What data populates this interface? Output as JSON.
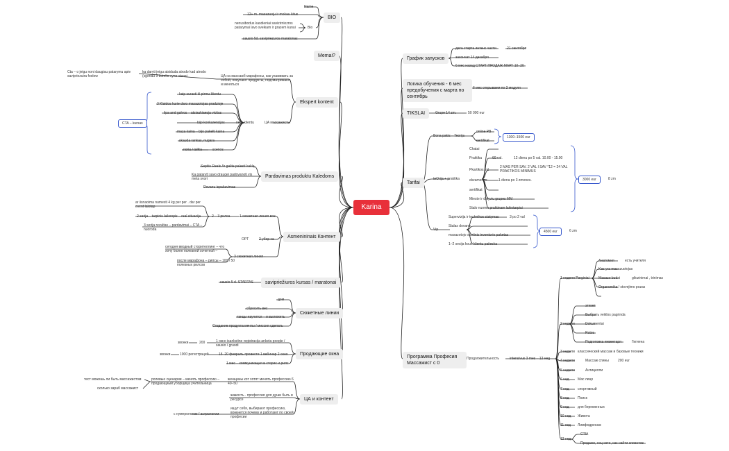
{
  "root": "Karina",
  "bio": {
    "title": "BIO",
    "items": [
      "Name",
      "12+ m. masazuoju ir mokau kitus",
      "Bio",
      "nenusibodus kasdieniai savizirniozros patarymai lavo sveikam ir grazem kunui",
      "sausio 5d. savipriezuros maratonas"
    ]
  },
  "memai": "Memai?",
  "ekspert": {
    "title": "Ekspert kontent",
    "cta": "Cta – o jeigu noni daugiau patarymu apie savipriezuira foolow",
    "cta2": "ka daryti jeigu atsiduda atrodo kad atrodo (sgeriau 3 butelio vyno vienai",
    "ca": "ЦА на массажб марафоны, как ухаживать за собой, покупают продукты, подсматривают, и меняться",
    "cta_kursas": "CTA – kursas",
    "items": [
      "kaip surasti iš pirmu klientu",
      "3 Klaidos kurie daro masazotojas pradzioje",
      "lipa and galvos – atsiaukiaesja vicitus",
      "bijo konkurencijos",
      "maza kaina – bijo pakelti kaina",
      "skauda rankas, nugara",
      "noriu / tallka"
    ],
    "nera_klientu": "nera klientu",
    "ca_mass": "ЦА массажисты",
    "scenos": "scenos"
  },
  "pardavimas": {
    "title": "Pardavimas produktu Kaledoms",
    "items": [
      "Sepitis Reels Ar galite palesti kaklą",
      "Ka patarytl savo draugei padovanoti  vis meta svori",
      "Dovanu ispakavimas"
    ]
  },
  "asmen": {
    "title": "Asmenininais Контент",
    "items": [
      "ar iisnaoima numesti 4 kg per per . dar per event lalotap",
      "2 serija – tarpinis laikonpis – real situacija",
      "3 serija rezultas – pardavimai – CTA – nuoroda"
    ],
    "sujet1": "1 сюжетная линия вое",
    "two3": "2 – 3 рилса",
    "opt": "OPT",
    "two_vybor": "2 убор ка -",
    "sevodnia": "сегодня вводный сторителлинг – что хочу более полезней хочетной –",
    "posle": "после марафона – рилсы – 100 / 50 полезных рилсов",
    "sujet3": "3 сюжетная линия -"
  },
  "savi": {
    "title": "savipriežiuros kursas / maratonai",
    "sub": "sausio 5 d. STARTAS"
  },
  "sujet": {
    "title": "Сюжетные линии",
    "items": [
      "дом",
      "сбросить вес",
      "танцы научится – и выложить",
      "Создание продукта мечты / миссия сделать"
    ]
  },
  "prodaj": {
    "title": "Продающие окна",
    "zvonki1": "звонки",
    "n200": "200",
    "okno": "1 окно isankstine registracija anketa google / sausio / gruodi",
    "zvonki2": "звонки",
    "n1000": "1000 регистраций",
    "feb": "15–20 февраль провести 1 вебинар 2 окно",
    "mes": "1 мес – коммуникация в сторис и рилс"
  },
  "ca_content": {
    "title": "ЦА и контент",
    "test": "тест можешь ли быть массажистом",
    "roli": "ролевые сценарии – менять профессию – продающиый уборщица учительница",
    "skolko": "сколько зараб массажист",
    "zhenshiny": "женщины кот хотят менять профессию 6 40–50",
    "zhazhda": "жажость . профессия для души быть в ресурсе",
    "numer": "с нумерологом / астрологом",
    "ishut": "ищут себя, выбирают профессию, вонкнется почему и работают по своей професии"
  },
  "grafik": {
    "title": "График запусков",
    "items": [
      [
        "дата старта интенс части",
        "21 сентября"
      ],
      [
        "закончат 14 декабря",
        ""
      ],
      [
        "6 мес назад СТАРТ ПРОДАЖ МАРТ 10–20",
        ""
      ]
    ]
  },
  "logika": {
    "title": "Логика обучения - 6 мес предобучения с марта по сентябрь",
    "sub": "6 мес открываем по 2 модуля"
  },
  "tikslai": {
    "title": "TIKSLAI",
    "grupe": "Grupe 14 zm.",
    "sum": "50 000 eur"
  },
  "tarifai": {
    "title": "Tarifai",
    "bona": "Bona pakis – Teorija",
    "online": "online PB",
    "sertifikat": "sertifikat",
    "price1": "1300–1500 eur",
    "teorija": "teOrija + praktika",
    "items": [
      "Chatai",
      "Praktika",
      "Pkartikos val",
      "ekzamenas",
      "sertifikat",
      "Mieste ir dalyviu grupes MM",
      "Stalo nuoma praktinam laikotarpiui"
    ],
    "praktika_val": "60 val.",
    "praktika_d": "12 dienu po 5 val. 10.00 - 15.00",
    "pkart": "2 MAS PER SAV. 2 VAL I SAV *12 = 24 VAL PRAKTIKOS MINIMUS",
    "ekz": "1 diena po 3 zmones.",
    "price2": "3000 eur",
    "zm8": "8 zm",
    "vip": "Vip",
    "vip_items": [
      "Supervizija ir technikos statymas",
      "Stalas dovanu",
      "masazotojo startinis inventorio paketas",
      "1–2 sesija kouč klientu paiieska"
    ],
    "vip_val": "3 po 2 val",
    "price3": "4500 eur",
    "zm6": "6 zm"
  },
  "programa": {
    "title": "Программа Професия Массажист с 0",
    "prodolzh": "Продолжительность",
    "intensiv": "intensivus 3 mes – 12 нед",
    "w1": "1 недели Parginiai",
    "w1_items": [
      "Анатомия",
      "Kas yra masazuotojas",
      "Masazo budai",
      "Organomika / stovejimo pozas",
      ""
    ],
    "anat_sub": "есть учителя",
    "budai_sub": "gilozinimai , trinimas",
    "w2": "2 недели",
    "w2_items": [
      "этикет",
      "Выбрать veiklos pagrinda",
      "Dokumentai",
      "Rutos",
      "Подготовка инвентаря"
    ],
    "gigiena": "Гигиена",
    "rows": [
      [
        "3 недели",
        "классический массаж и базовые техники"
      ],
      [
        "4 недели",
        "Массаж спины"
      ],
      [
        "5 недели",
        "Антицелли"
      ],
      [
        "6 нед",
        "Мас лицо"
      ],
      [
        "7 нед",
        "спортивный"
      ],
      [
        "8 нед",
        "Поиск"
      ],
      [
        "9 нед",
        "для беременных"
      ],
      [
        "10 нед",
        "Живота"
      ],
      [
        "11 нед",
        "Лимфодренаж"
      ]
    ],
    "n200": "200 eur",
    "w12": "12 нед",
    "cta": "CTIA",
    "prodazhi": "Продажи, соц сети, как найти клиентов"
  }
}
